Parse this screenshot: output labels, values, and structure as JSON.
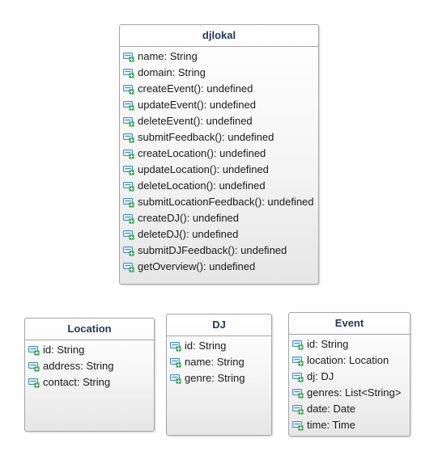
{
  "classes": {
    "djlokal": {
      "name": "djlokal",
      "members": [
        "name: String",
        "domain: String",
        "createEvent(): undefined",
        "updateEvent(): undefined",
        "deleteEvent(): undefined",
        "submitFeedback(): undefined",
        "createLocation(): undefined",
        "updateLocation(): undefined",
        "deleteLocation(): undefined",
        "submitLocationFeedback(): undefined",
        "createDJ(): undefined",
        "deleteDJ(): undefined",
        "submitDJFeedback(): undefined",
        "getOverview(): undefined"
      ]
    },
    "location": {
      "name": "Location",
      "members": [
        "id: String",
        "address: String",
        "contact: String"
      ]
    },
    "dj": {
      "name": "DJ",
      "members": [
        "id: String",
        "name: String",
        "genre: String"
      ]
    },
    "event": {
      "name": "Event",
      "members": [
        "id: String",
        "location: Location",
        "dj: DJ",
        "genres: List<String>",
        "date: Date",
        "time: Time"
      ]
    }
  },
  "icon": "public-member-icon",
  "colors": {
    "title": "#1f3a5c",
    "border": "#a5a5a5",
    "icon_blue": "#3b8fc4",
    "icon_green": "#2e9e3e"
  }
}
